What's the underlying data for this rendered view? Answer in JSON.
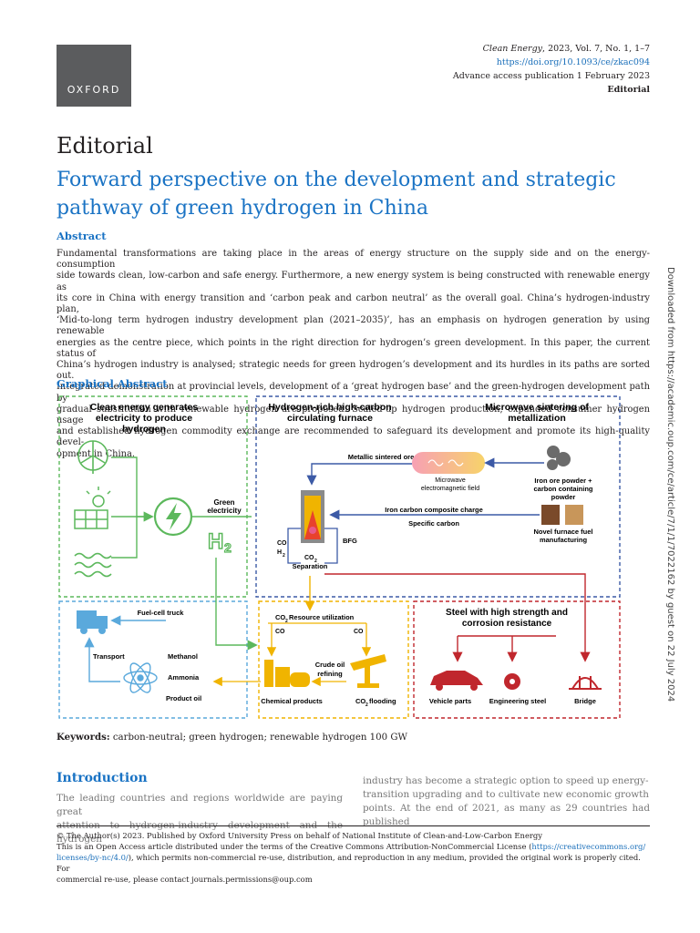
{
  "publisher": {
    "logo_text": "OXFORD"
  },
  "meta": {
    "journal": "Clean Energy",
    "citation_rest": ", 2023, Vol. 7, No. 1, 1–7",
    "doi": "https://doi.org/10.1093/ce/zkac094",
    "published": "Advance access publication 1 February 2023",
    "category": "Editorial"
  },
  "article": {
    "section": "Editorial",
    "title": "Forward perspective on the development and strategic pathway of green hydrogen in China"
  },
  "abstract": {
    "heading": "Abstract",
    "lines": [
      "Fundamental transformations are taking place in the areas of energy structure on the supply side and on the energy-consumption",
      "side towards clean, low-carbon and safe energy. Furthermore, a new energy system is being constructed with renewable energy as",
      "its core in China with energy transition and ‘carbon peak and carbon neutral’ as the overall goal. China’s hydrogen-industry plan,",
      "‘Mid-to-long term hydrogen industry development plan (2021–2035)’, has an emphasis on hydrogen generation by using renewable",
      "energies as the centre piece, which points in the right direction for hydrogen’s green development. In this paper, the current status of",
      "China’s hydrogen industry is analysed; strategic needs for green hydrogen’s development and its hurdles in its paths are sorted out.",
      "Integrated demonstration at provincial levels, development of a ‘great hydrogen base’ and the green-hydrogen development path by",
      "gradual substitution with renewable hydrogen are proposed. Scaled-up hydrogen production, expanded consumer hydrogen usage",
      "and established hydrogen commodity exchange are recommended to safeguard its development and promote its high-quality devel-",
      "opment in China."
    ]
  },
  "graphical_abstract": {
    "heading": "Graphical Abstract",
    "box1_title": [
      "Clean energy generates",
      "electricity to produce",
      "hydrogen"
    ],
    "box2_title": [
      "Hydrogen-rich high-carbon",
      "circulating furnace"
    ],
    "box3_title": [
      "Microwave sintering of",
      "metallization"
    ],
    "green_electricity": [
      "Green",
      "electricity"
    ],
    "h2": "H",
    "h2_sub": "2",
    "metallic_ore": "Metallic sintered ore",
    "microwave_field": [
      "Microwave",
      "electromagnetic field"
    ],
    "iron_ore": [
      "Iron ore powder +",
      "carbon containing",
      "powder"
    ],
    "composite_charge": "Iron carbon composite charge",
    "specific_carbon": "Specific carbon",
    "novel_fuel": [
      "Novel furnace fuel",
      "manufacturing"
    ],
    "co": "CO",
    "h": "H",
    "bfg": "BFG",
    "co2_sep": "CO",
    "separation": "Separation",
    "fuel_cell_truck": "Fuel-cell truck",
    "transport": "Transport",
    "methanol": "Methanol",
    "ammonia": "Ammonia",
    "product_oil": "Product oil",
    "resource_util": " Resource utilization",
    "co2_label": "CO",
    "crude_oil": [
      "Crude oil",
      "refining"
    ],
    "chemical_products": "Chemical products",
    "flooding": " flooding",
    "steel_title": [
      "Steel with high strength and",
      "corrosion resistance"
    ],
    "vehicle_parts": "Vehicle parts",
    "engineering_steel": "Engineering steel",
    "bridge": "Bridge",
    "colors": {
      "green": "#5cb85c",
      "blue": "#3c5aa6",
      "lightblue": "#5aa9dc",
      "yellow": "#f0b400",
      "red": "#c0272d",
      "title_blue": "#1a73c4"
    }
  },
  "keywords": {
    "label": "Keywords:",
    "text": " carbon-neutral; green hydrogen; renewable hydrogen 100 GW"
  },
  "introduction": {
    "heading": "Introduction",
    "left_lines": [
      "The leading countries and regions worldwide are paying great",
      "attention to hydrogen-industry development and the hydrogen"
    ],
    "right_lines": [
      "industry has become a strategic option to speed up energy-",
      "transition upgrading and to cultivate new economic growth",
      "points. At the end of 2021, as many as 29 countries had published"
    ]
  },
  "footer": {
    "copyright": "© The Author(s) 2023. Published by Oxford University Press on behalf of National Institute of Clean-and-Low-Carbon Energy",
    "license_pre": "This is an Open Access article distributed under the terms of the Creative Commons Attribution-NonCommercial License (",
    "license_url_1": "https://creativecommons.org/",
    "license_url_2": "licenses/by-nc/4.0/",
    "license_post": "), which permits non-commercial re-use, distribution, and reproduction in any medium, provided the original work is properly cited. For",
    "license_end": "commercial re-use, please contact journals.permissions@oup.com"
  },
  "sidebar": {
    "download_note": "Downloaded from https://academic.oup.com/ce/article/7/1/1/7022162 by guest on 22 July 2024"
  }
}
